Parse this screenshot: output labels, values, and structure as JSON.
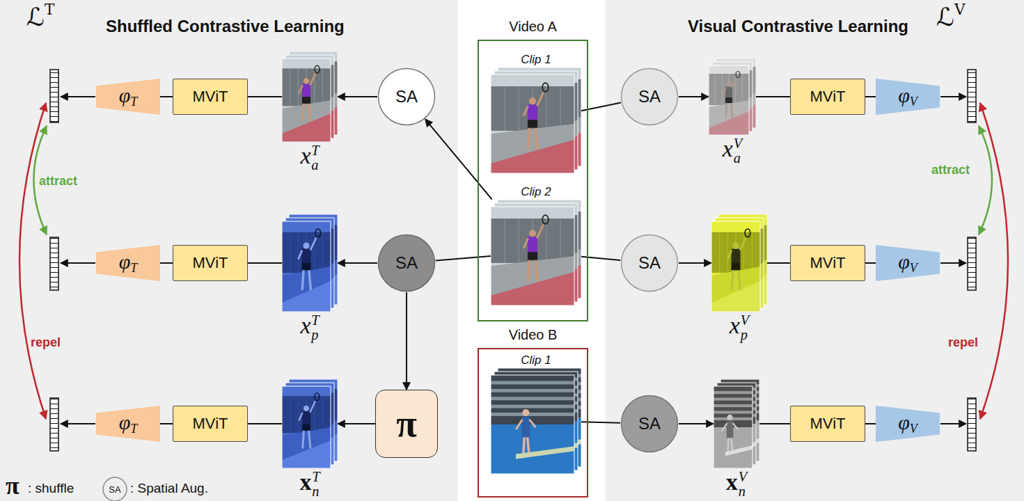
{
  "diagram": {
    "nodes": [
      {
        "text": [
          "ℒT",
          "Shuffled Contrastive Learning"
        ]
      },
      {
        "text": [
          "φT"
        ],
        "in": 0
      },
      {
        "text": [
          "MViT"
        ],
        "in": 0
      },
      {
        "text": [
          "xaT"
        ],
        "in": 0
      },
      {
        "text": [
          "SA"
        ],
        "in": 0
      },
      {
        "text": [
          "φT"
        ],
        "in": 0
      },
      {
        "text": [
          "MViT"
        ],
        "in": 0
      },
      {
        "text": [
          "xpT"
        ],
        "in": 0
      },
      {
        "text": [
          "SA"
        ],
        "in": 0
      },
      {
        "text": [
          "φT"
        ],
        "in": 0
      },
      {
        "text": [
          "MViT"
        ],
        "in": 0
      },
      {
        "text": [
          "xnT"
        ],
        "in": 0
      },
      {
        "text": [
          "π"
        ],
        "in": 0
      },
      {
        "text": [
          "Video A"
        ]
      },
      {
        "text": [
          "Clip 1"
        ],
        "in": 13
      },
      {
        "text": [
          "Clip 2"
        ],
        "in": 13
      },
      {
        "text": [
          "Video B"
        ]
      },
      {
        "text": [
          "Clip 1"
        ],
        "in": 16
      },
      {
        "text": [
          "Visual Contrastive Learning",
          "ℒV"
        ]
      },
      {
        "text": [
          "SA"
        ],
        "in": 18
      },
      {
        "text": [
          "xaV"
        ],
        "in": 18
      },
      {
        "text": [
          "MViT"
        ],
        "in": 18
      },
      {
        "text": [
          "φV"
        ],
        "in": 18
      },
      {
        "text": [
          "SA"
        ],
        "in": 18
      },
      {
        "text": [
          "xpV"
        ],
        "in": 18
      },
      {
        "text": [
          "MViT"
        ],
        "in": 18
      },
      {
        "text": [
          "φV"
        ],
        "in": 18
      },
      {
        "text": [
          "SA"
        ],
        "in": 18
      },
      {
        "text": [
          "xnV"
        ],
        "in": 18
      },
      {
        "text": [
          "MViT"
        ],
        "in": 18
      },
      {
        "text": [
          "φV"
        ],
        "in": 18
      }
    ],
    "edges": [
      {
        "from": 15,
        "to": 4,
        "arrow": "to"
      },
      {
        "from": 15,
        "to": 8,
        "arrow": "none"
      },
      {
        "from": 4,
        "to": 3,
        "arrow": "to"
      },
      {
        "from": 3,
        "to": 2,
        "arrow": "none"
      },
      {
        "from": 2,
        "to": 1,
        "arrow": "none"
      },
      {
        "from": 8,
        "to": 7,
        "arrow": "to"
      },
      {
        "from": 7,
        "to": 6,
        "arrow": "none"
      },
      {
        "from": 6,
        "to": 5,
        "arrow": "none"
      },
      {
        "from": 8,
        "to": 12,
        "arrow": "to"
      },
      {
        "from": 12,
        "to": 11,
        "arrow": "to"
      },
      {
        "from": 11,
        "to": 10,
        "arrow": "none"
      },
      {
        "from": 10,
        "to": 9,
        "arrow": "none"
      },
      {
        "from": 14,
        "to": 19,
        "arrow": "none"
      },
      {
        "from": 19,
        "to": 20,
        "arrow": "to"
      },
      {
        "from": 20,
        "to": 21,
        "arrow": "none"
      },
      {
        "from": 21,
        "to": 22,
        "arrow": "none"
      },
      {
        "from": 15,
        "to": 23,
        "arrow": "none"
      },
      {
        "from": 23,
        "to": 24,
        "arrow": "to"
      },
      {
        "from": 24,
        "to": 25,
        "arrow": "none"
      },
      {
        "from": 25,
        "to": 26,
        "arrow": "none"
      },
      {
        "from": 17,
        "to": 27,
        "arrow": "none"
      },
      {
        "from": 27,
        "to": 28,
        "arrow": "to"
      },
      {
        "from": 28,
        "to": 29,
        "arrow": "none"
      },
      {
        "from": 29,
        "to": 30,
        "arrow": "none"
      }
    ],
    "labels": [
      "attract",
      "repel",
      "attract",
      "repel",
      "π",
      "SA"
    ],
    "legend": [
      {
        "text": ": shuffle"
      },
      {
        "text": ": Spatial Aug."
      }
    ]
  }
}
